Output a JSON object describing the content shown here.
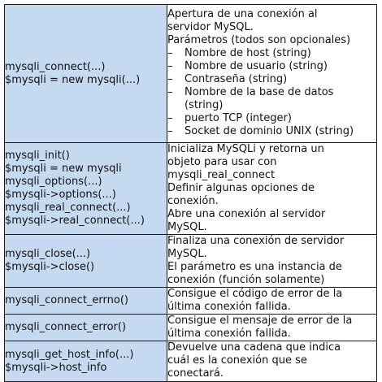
{
  "rows": [
    {
      "functions": [
        "mysqli_connect(...)",
        "$mysqli = new mysqli(...)"
      ],
      "description": [
        "Apertura de una conexión al",
        "servidor MySQL.",
        "Parámetros (todos son opcionales)"
      ],
      "params": [
        [
          "Nombre de host (string)"
        ],
        [
          "Nombre de usuario (string)"
        ],
        [
          "Contraseña (string)"
        ],
        [
          "Nombre de la base de datos",
          "(string)"
        ],
        [
          "puerto TCP (integer)"
        ],
        [
          "Socket de dominio UNIX (string)"
        ]
      ],
      "dash": "–"
    },
    {
      "functions": [
        "mysqli_init()",
        "$mysqli = new mysqli",
        "mysqli_options(...)",
        "$mysqli->options(...)",
        "mysqli_real_connect(...)",
        "$mysqli->real_connect(...)"
      ],
      "description": [
        "Inicializa MySQLi y retorna un",
        "objeto para usar con",
        "mysqli_real_connect",
        "Definir algunas opciones de",
        "conexión.",
        "Abre una conexión al servidor",
        "MySQL."
      ]
    },
    {
      "functions": [
        "mysqli_close(...)",
        "$mysqli->close()"
      ],
      "description": [
        "Finaliza una conexión de servidor",
        "MySQL.",
        "El parámetro es una instancia de",
        "conexión (función solamente)"
      ]
    },
    {
      "functions": [
        "mysqli_connect_errno()"
      ],
      "description": [
        "Consigue el código de error de la",
        "última conexión fallida."
      ]
    },
    {
      "functions": [
        "mysqli_connect_error()"
      ],
      "description": [
        "Consigue el mensaje de error de la",
        "última conexión fallida."
      ]
    },
    {
      "functions": [
        "mysqli_get_host_info(...)",
        "$mysqli->host_info"
      ],
      "description": [
        "Devuelve una cadena que indica",
        "cuál es la conexión que se",
        "conectará."
      ]
    }
  ]
}
